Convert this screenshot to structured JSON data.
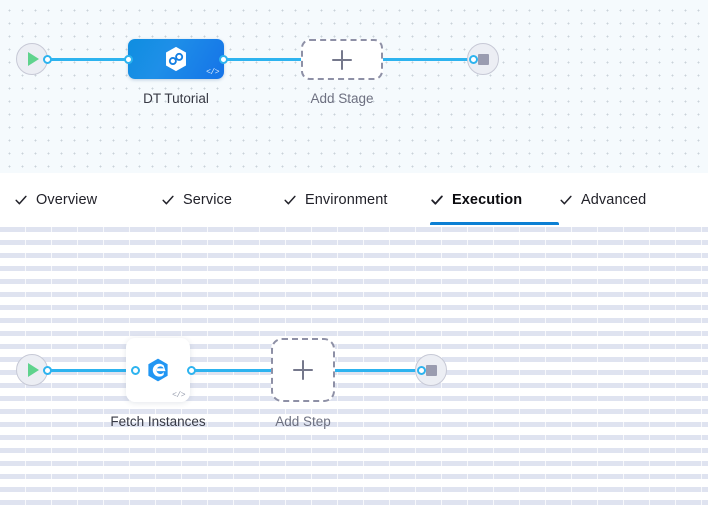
{
  "stage_canvas": {
    "start_node": {
      "icon": "play-icon",
      "name": "pipeline-start"
    },
    "end_node": {
      "icon": "stop-icon",
      "name": "pipeline-end"
    },
    "stage": {
      "label": "DT Tutorial",
      "icon": "harness-hexagon-icon",
      "code_badge": "</>"
    },
    "add_stage": {
      "label": "Add Stage",
      "icon": "plus-icon"
    },
    "accent_color": "#2db3ef",
    "stage_color": "#1580e3"
  },
  "tabs": {
    "items": [
      {
        "label": "Overview",
        "icon": "check-icon",
        "active": false
      },
      {
        "label": "Service",
        "icon": "check-icon",
        "active": false
      },
      {
        "label": "Environment",
        "icon": "check-icon",
        "active": false
      },
      {
        "label": "Execution",
        "icon": "check-icon",
        "active": true
      },
      {
        "label": "Advanced",
        "icon": "check-icon",
        "active": false
      }
    ],
    "active_underline_color": "#0b7fd4"
  },
  "step_canvas": {
    "start_node": {
      "icon": "play-icon",
      "name": "execution-start"
    },
    "end_node": {
      "icon": "stop-icon",
      "name": "execution-end"
    },
    "step": {
      "label": "Fetch Instances",
      "icon": "shell-script-hexagon-icon",
      "code_badge": "</>"
    },
    "add_step": {
      "label": "Add Step",
      "icon": "plus-icon"
    },
    "accent_color": "#2db3ef"
  }
}
